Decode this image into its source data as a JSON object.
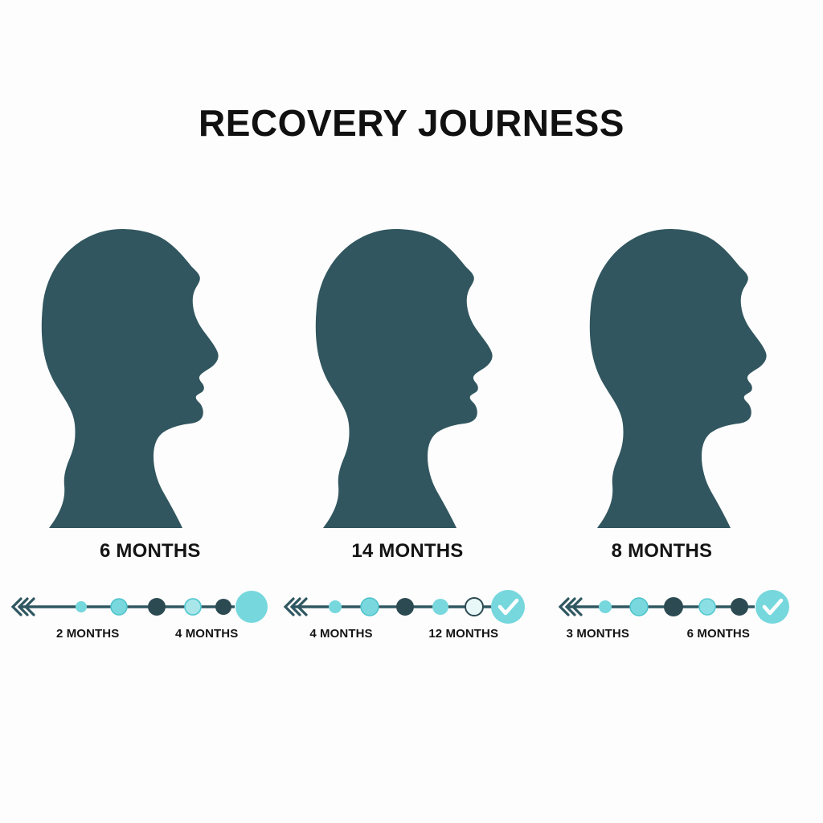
{
  "page": {
    "title": "RECOVERY JOURNESS",
    "background_color": "#fdfdfd"
  },
  "colors": {
    "silhouette": "#31565f",
    "accent_cyan": "#76d7dd",
    "accent_cyan_light": "#8fe0e4",
    "dark_node": "#2c4a52",
    "line": "#2f5761",
    "text": "#141414"
  },
  "panels": [
    {
      "id": "panel-1",
      "silhouette_name": "head-profile-silhouette",
      "stage_label": "6 MONTHS",
      "timeline": {
        "arrow_icon": "arrow-tail-left-icon",
        "end_marker": "large-circle",
        "has_checkmark": false,
        "nodes": [
          {
            "type": "small-cyan-dot",
            "color": "#76d7dd",
            "r": 6
          },
          {
            "type": "medium-cyan-dot",
            "color": "#79d8dd",
            "r": 9
          },
          {
            "type": "dark-dot",
            "color": "#2c4a52",
            "r": 10
          },
          {
            "type": "outlined-cyan-dot",
            "color": "#a9e6ea",
            "r": 9
          },
          {
            "type": "dark-dot",
            "color": "#2c4a52",
            "r": 9
          }
        ],
        "tick_labels": [
          "2 MONTHS",
          "4 MONTHS"
        ]
      }
    },
    {
      "id": "panel-2",
      "silhouette_name": "head-profile-silhouette",
      "stage_label": "14 MONTHS",
      "timeline": {
        "arrow_icon": "arrow-tail-left-icon",
        "end_marker": "check-circle",
        "has_checkmark": true,
        "nodes": [
          {
            "type": "small-cyan-dot",
            "color": "#76d7dd",
            "r": 6
          },
          {
            "type": "medium-cyan-dot",
            "color": "#79d8dd",
            "r": 9
          },
          {
            "type": "dark-dot",
            "color": "#2c4a52",
            "r": 10
          },
          {
            "type": "medium-cyan-dot",
            "color": "#79d8dd",
            "r": 9
          },
          {
            "type": "white-outlined-dot",
            "color": "#e8f8f9",
            "r": 9
          }
        ],
        "tick_labels": [
          "4 MONTHS",
          "12 MONTHS"
        ]
      }
    },
    {
      "id": "panel-3",
      "silhouette_name": "head-profile-silhouette",
      "stage_label": "8 MONTHS",
      "timeline": {
        "arrow_icon": "arrow-tail-left-icon",
        "end_marker": "check-circle",
        "has_checkmark": true,
        "nodes": [
          {
            "type": "small-cyan-dot",
            "color": "#76d7dd",
            "r": 6
          },
          {
            "type": "medium-cyan-dot",
            "color": "#79d8dd",
            "r": 9
          },
          {
            "type": "dark-dot",
            "color": "#2c4a52",
            "r": 10
          },
          {
            "type": "outlined-cyan-dot",
            "color": "#8bdfe4",
            "r": 9
          },
          {
            "type": "dark-dot",
            "color": "#2c4a52",
            "r": 9
          }
        ],
        "tick_labels": [
          "3 MONTHS",
          "6 MONTHS"
        ]
      }
    }
  ]
}
